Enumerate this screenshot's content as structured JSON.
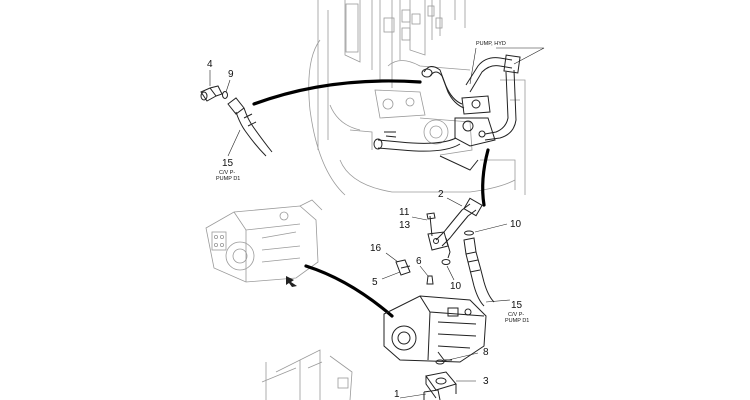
{
  "callouts": {
    "c4": "4",
    "c9": "9",
    "c15a": "15",
    "c2": "2",
    "c11": "11",
    "c13": "13",
    "c10a": "10",
    "c16": "16",
    "c6": "6",
    "c5": "5",
    "c10b": "10",
    "c15b": "15",
    "c8": "8",
    "c3": "3",
    "c1": "1"
  },
  "notes": {
    "pump_hyd": "PUMP, HYD",
    "cv_pump_a1": "C/V P-",
    "cv_pump_a2": "PUMP D1",
    "cv_pump_b1": "C/V P-",
    "cv_pump_b2": "PUMP D1"
  }
}
